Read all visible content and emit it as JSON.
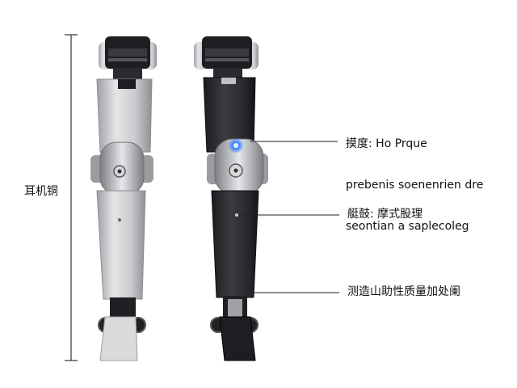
{
  "height_label": "耳机铜",
  "callouts": {
    "torque": {
      "line1": "摸度: Ho Prque",
      "line2": "prebenis soenenrien dre",
      "line3": "seontian a saplecoleg"
    },
    "joint": {
      "text": "艇鼓: 摩式股理"
    },
    "motor": {
      "text": "测造山助性质量加处阑"
    }
  },
  "colors": {
    "background": "#ffffff",
    "leg_silver_frame": "#c8c9cb",
    "leg_black_frame": "#2a2b2e",
    "joint_silver": "#b9bbbf",
    "led_blue": "#3d7dff",
    "text": "#111111"
  },
  "figures": [
    {
      "name": "silver-prosthetic-leg",
      "variant": "silver"
    },
    {
      "name": "black-prosthetic-leg",
      "variant": "black"
    }
  ]
}
